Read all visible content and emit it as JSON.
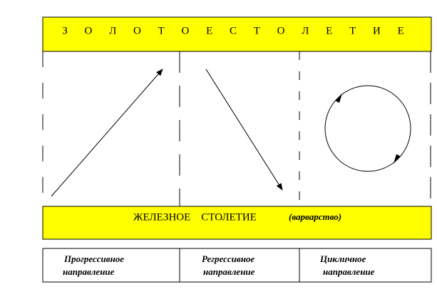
{
  "colors": {
    "band_fill": "#ffff00",
    "stroke": "#000000",
    "background": "#ffffff"
  },
  "golden_band": {
    "label": "З О Л О Т О Е    С Т О Л Е Т И Е"
  },
  "iron_band": {
    "label": "ЖЕЛЕЗНОЕ    СТОЛЕТИЕ",
    "note": "(варварство)"
  },
  "columns": [
    {
      "caption_line1": "Прогрессивное",
      "caption_line2": "направление",
      "arrow_icon": "arrow-up-right-icon"
    },
    {
      "caption_line1": "Регрессивное",
      "caption_line2": "направление",
      "arrow_icon": "arrow-down-right-icon"
    },
    {
      "caption_line1": "Цикличное",
      "caption_line2": "направление",
      "arrow_icon": "cycle-circle-icon"
    }
  ]
}
